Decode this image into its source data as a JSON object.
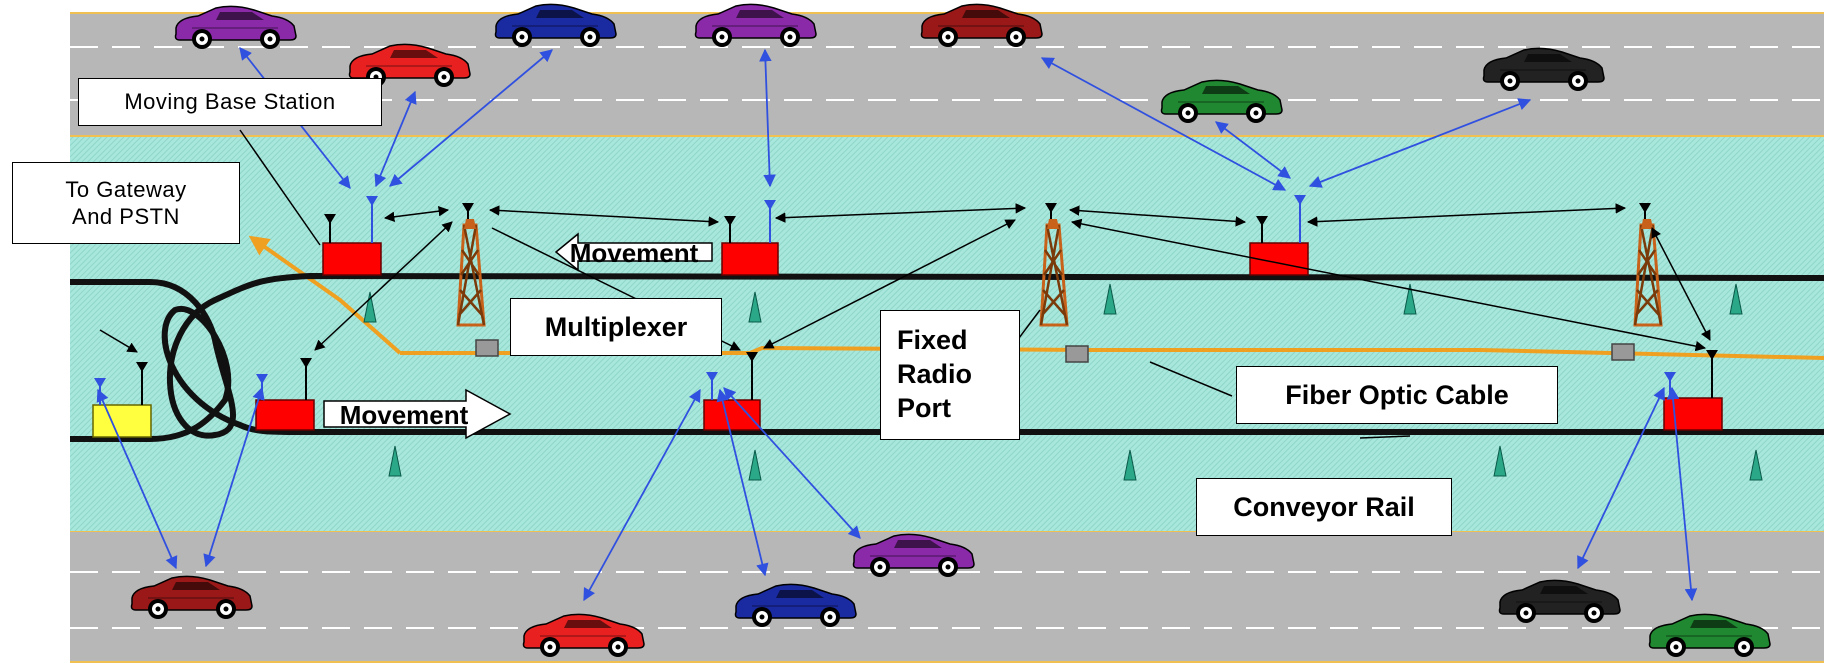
{
  "labels": {
    "moving_base_station": "Moving Base Station",
    "gateway": "To Gateway\nAnd PSTN",
    "movement_top": "Movement",
    "movement_bottom": "Movement",
    "multiplexer": "Multiplexer",
    "fixed_radio_port": "Fixed\nRadio\nPort",
    "fiber_optic_cable": "Fiber Optic Cable",
    "conveyor_rail": "Conveyor  Rail"
  },
  "colors": {
    "road": "#b7b7b7",
    "lane_marking": "#ffffff",
    "median": "#a8e8dc",
    "median_hatch": "#8fd5c8",
    "rail": "#111111",
    "fiber": "#f0a020",
    "base_station": "#ff0000",
    "gateway_station": "#ffff40",
    "cone": "#2aa888",
    "tower": "#c8621a",
    "radio_link": "#3050e0",
    "backhaul_link": "#000000"
  },
  "car_colors": [
    "purple",
    "red",
    "blue",
    "purple",
    "darkred",
    "green",
    "black",
    "darkred",
    "red",
    "blue",
    "purple",
    "black",
    "green"
  ]
}
